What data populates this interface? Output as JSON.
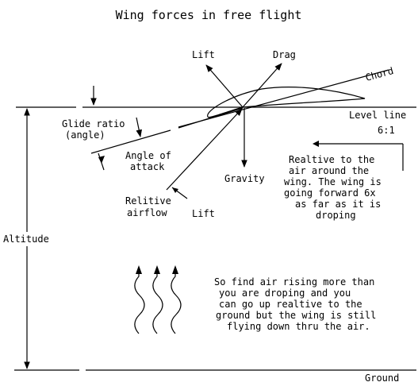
{
  "title": "Wing forces in free flight",
  "labels": {
    "lift_top": "Lift",
    "drag": "Drag",
    "chord": "Chord",
    "level_line": "Level line",
    "ratio": "6:1",
    "glide_ratio_1": "Glide ratio",
    "glide_ratio_2": "(angle)",
    "angle_of_attack_1": "Angle of",
    "angle_of_attack_2": "attack",
    "gravity": "Gravity",
    "relative_airflow_1": "Relitive",
    "relative_airflow_2": "airflow",
    "lift_bottom": "Lift",
    "altitude": "Altitude",
    "ground": "Ground",
    "relative_note": [
      "Realtive to the",
      "air around the",
      "wing. The wing is",
      "going forward 6x",
      "as far as it is",
      "droping"
    ],
    "rising_note": [
      "So find air rising more than",
      "you are droping and you",
      "can go up realtive to the",
      "ground but the wing is still",
      "flying down thru the air."
    ]
  }
}
